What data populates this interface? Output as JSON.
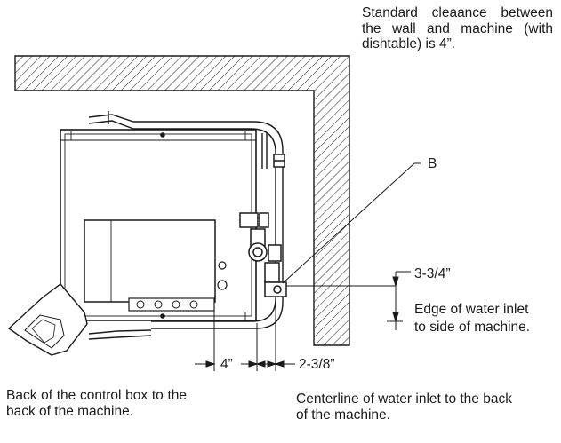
{
  "notes": {
    "clearance": "Standard cleaance between the wall and machine (with dishtable) is 4”.",
    "control_box": "Back of the control box to the back of the machine.",
    "centerline": "Centerline of water inlet to the back of the machine.",
    "edge_inlet_line1": "Edge of water inlet",
    "edge_inlet_line2": "to side of machine."
  },
  "callouts": {
    "point_b": "B"
  },
  "dimensions": {
    "wall_gap": "4”",
    "centerline_offset": "2-3/8”",
    "inlet_offset": "3-3/4”"
  },
  "colors": {
    "line": "#1a1a1a",
    "hatch": "#2a2a2a",
    "panel": "#ffffff"
  }
}
